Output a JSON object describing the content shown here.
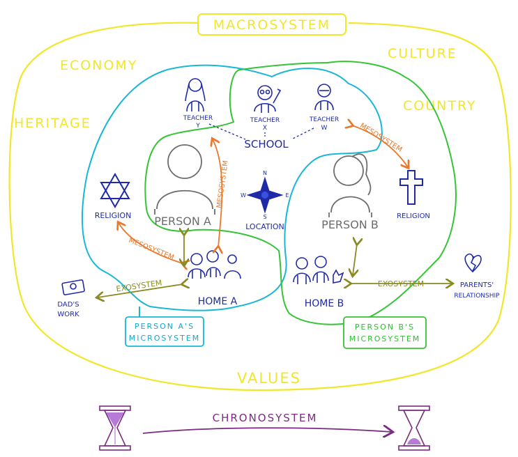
{
  "colors": {
    "macro": "#f2e62a",
    "micro_a": "#18b7d6",
    "micro_b": "#35c435",
    "ink": "#1f2aa8",
    "meso": "#e8782a",
    "exo": "#8a8a22",
    "person": "#6d6d6d",
    "chrono": "#7a2a82",
    "sand": "#b77ad6"
  },
  "macro": {
    "title": "MACROSYSTEM",
    "economy": "ECONOMY",
    "culture": "CULTURE",
    "heritage": "HERITAGE",
    "country": "COUNTRY",
    "values": "VALUES"
  },
  "school": {
    "label": "SCHOOL",
    "teacher_y": "TEACHER",
    "teacher_y_letter": "Y",
    "teacher_x": "TEACHER",
    "teacher_x_letter": "X",
    "teacher_w": "TEACHER",
    "teacher_w_letter": "W"
  },
  "persons": {
    "a": "PERSON A",
    "b": "PERSON B"
  },
  "location": {
    "label": "LOCATION",
    "n": "N",
    "s": "S",
    "e": "E",
    "w": "W",
    "icon": "compass-rose-icon"
  },
  "religion": {
    "left": "RELIGION",
    "right": "RELIGION",
    "left_icon": "star-of-david-icon",
    "right_icon": "cross-icon"
  },
  "homes": {
    "a": "HOME A",
    "b": "HOME B"
  },
  "mesosystem": {
    "label_a": "MESOSYSTEM",
    "label_b": "MESOSYSTEM",
    "label_c": "MESOSYSTEM"
  },
  "exosystem": {
    "label_a": "EXOSYSTEM",
    "label_b": "EXOSYSTEM",
    "dads_work_1": "DAD'S",
    "dads_work_2": "WORK",
    "parents_1": "PARENTS'",
    "parents_2": "RELATIONSHIP",
    "money_icon": "money-bill-icon",
    "heart_icon": "broken-heart-icon"
  },
  "micro": {
    "a_line1": "PERSON A'S",
    "a_line2": "MICROSYSTEM",
    "b_line1": "PERSON B'S",
    "b_line2": "MICROSYSTEM"
  },
  "chrono": {
    "label": "CHRONOSYSTEM",
    "left_icon": "hourglass-full-icon",
    "right_icon": "hourglass-empty-icon"
  }
}
